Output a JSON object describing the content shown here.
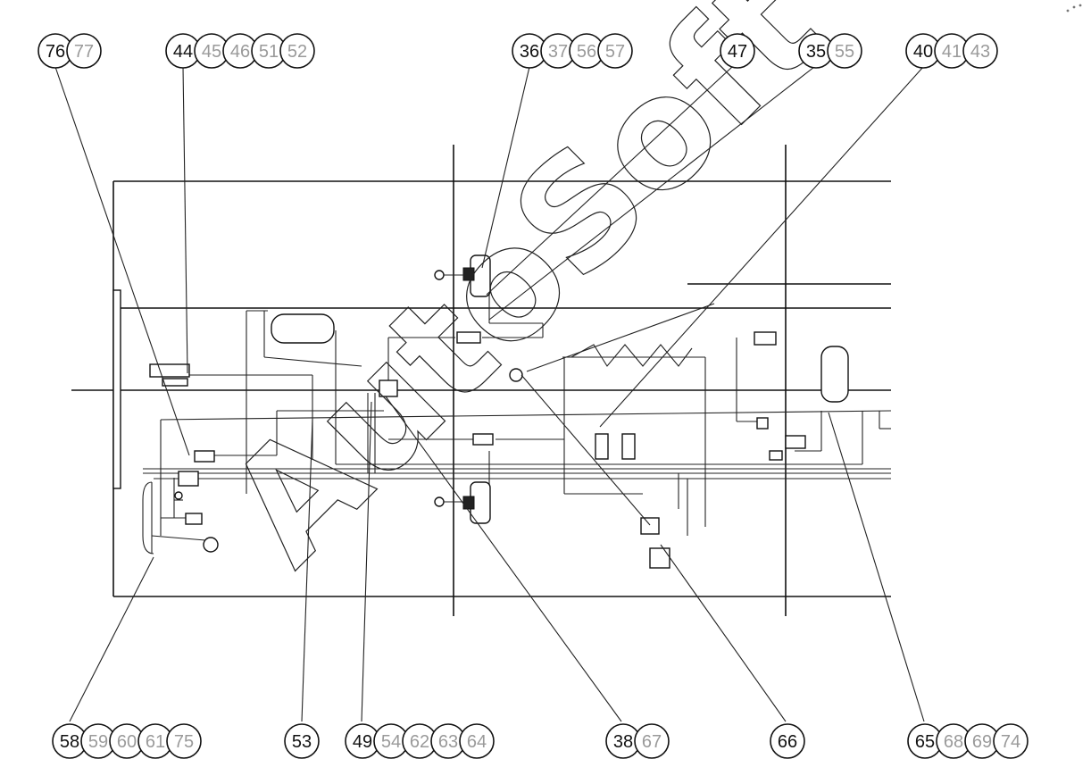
{
  "watermark": "AutoSoft",
  "callout_groups": [
    {
      "id": "top-1",
      "labels": [
        "76",
        "77"
      ]
    },
    {
      "id": "top-2",
      "labels": [
        "44",
        "45",
        "46",
        "51",
        "52"
      ]
    },
    {
      "id": "top-3",
      "labels": [
        "36",
        "37",
        "56",
        "57"
      ]
    },
    {
      "id": "top-4",
      "labels": [
        "47"
      ]
    },
    {
      "id": "top-5",
      "labels": [
        "35",
        "55"
      ]
    },
    {
      "id": "top-6",
      "labels": [
        "40",
        "41",
        "43"
      ]
    },
    {
      "id": "bottom-1",
      "labels": [
        "58",
        "59",
        "60",
        "61",
        "75"
      ]
    },
    {
      "id": "bottom-2",
      "labels": [
        "53"
      ]
    },
    {
      "id": "bottom-3",
      "labels": [
        "49",
        "54",
        "62",
        "63",
        "64"
      ]
    },
    {
      "id": "bottom-4",
      "labels": [
        "38",
        "67"
      ]
    },
    {
      "id": "bottom-5",
      "labels": [
        "66"
      ]
    },
    {
      "id": "bottom-6",
      "labels": [
        "65",
        "68",
        "69",
        "74"
      ]
    }
  ]
}
